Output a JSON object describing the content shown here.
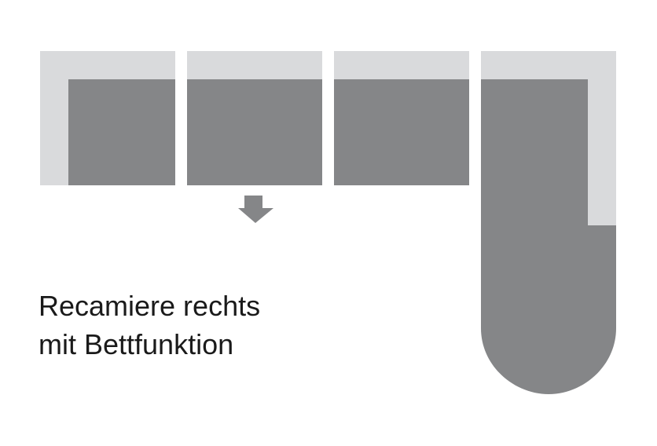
{
  "diagram": {
    "colors": {
      "backrest": "#d9dadc",
      "seat": "#858688",
      "arrow": "#858688"
    },
    "modules": [
      {
        "name": "armrest-left-module"
      },
      {
        "name": "bed-module",
        "icon": "arrow-down-icon"
      },
      {
        "name": "middle-module"
      },
      {
        "name": "recamiere-right-module"
      }
    ],
    "caption": {
      "line1": "Recamiere rechts",
      "line2": "mit Bettfunktion"
    }
  }
}
